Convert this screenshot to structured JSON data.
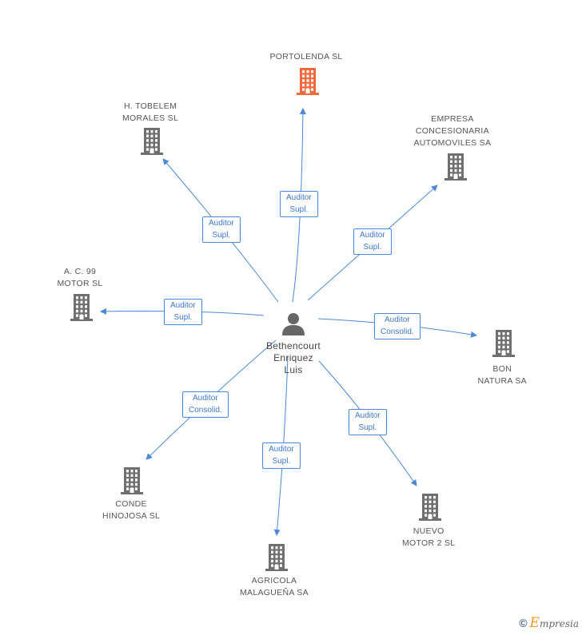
{
  "center": {
    "lines": [
      "Bethencourt",
      "Enriquez",
      "Luis"
    ],
    "icon": "person-icon"
  },
  "companies": [
    {
      "id": "portolenda",
      "lines": [
        "PORTOLENDA SL"
      ],
      "highlight": true
    },
    {
      "id": "tobelem",
      "lines": [
        "H. TOBELEM",
        "MORALES SL"
      ]
    },
    {
      "id": "empresa",
      "lines": [
        "EMPRESA",
        "CONCESIONARIA",
        "AUTOMOVILES SA"
      ]
    },
    {
      "id": "a99",
      "lines": [
        "A.  C. 99",
        "MOTOR SL"
      ]
    },
    {
      "id": "bon",
      "lines": [
        "BON",
        "NATURA SA"
      ]
    },
    {
      "id": "conde",
      "lines": [
        "CONDE",
        "HINOJOSA SL"
      ]
    },
    {
      "id": "agricola",
      "lines": [
        "AGRICOLA",
        "MALAGUEÑA SA"
      ]
    },
    {
      "id": "nuevo",
      "lines": [
        "NUEVO",
        "MOTOR 2 SL"
      ]
    }
  ],
  "relations": [
    {
      "to": "portolenda",
      "lines": [
        "Auditor",
        "Supl."
      ]
    },
    {
      "to": "tobelem",
      "lines": [
        "Auditor",
        "Supl."
      ]
    },
    {
      "to": "empresa",
      "lines": [
        "Auditor",
        "Supl."
      ]
    },
    {
      "to": "a99",
      "lines": [
        "Auditor",
        "Supl."
      ]
    },
    {
      "to": "bon",
      "lines": [
        "Auditor",
        "Consolid."
      ]
    },
    {
      "to": "conde",
      "lines": [
        "Auditor",
        "Consolid."
      ]
    },
    {
      "to": "agricola",
      "lines": [
        "Auditor",
        "Supl."
      ]
    },
    {
      "to": "nuevo",
      "lines": [
        "Auditor",
        "Supl."
      ]
    }
  ],
  "colors": {
    "edge": "#4a8ad8",
    "building": "#6f6f6f",
    "highlight": "#f26a3d",
    "person": "#666666"
  },
  "footer": {
    "copyright_icon": "©",
    "brand_initial": "E",
    "brand_rest": "mpresia"
  }
}
